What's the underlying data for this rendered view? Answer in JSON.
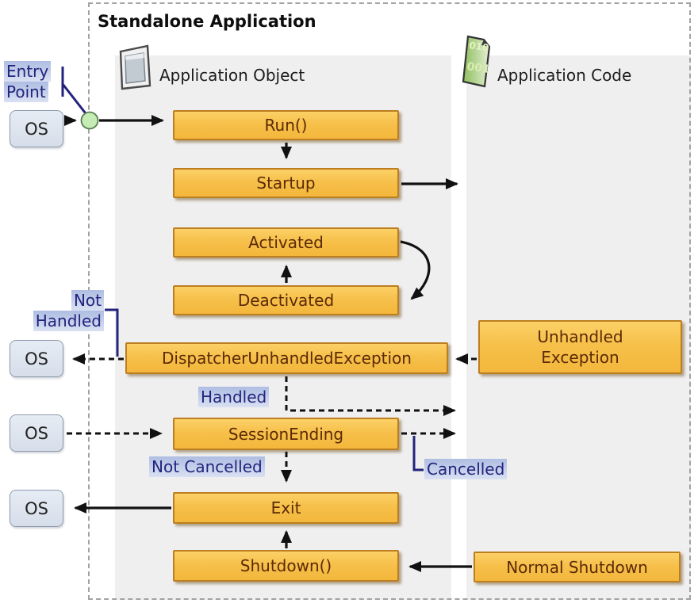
{
  "title": "Standalone Application",
  "columns": {
    "object": {
      "label": "Application Object",
      "icon": "application-window-icon"
    },
    "code": {
      "label": "Application Code",
      "icon": "code-file-icon"
    }
  },
  "os_label": "OS",
  "nodes": {
    "run": "Run()",
    "startup": "Startup",
    "activated": "Activated",
    "deactivated": "Deactivated",
    "dispatcher": "DispatcherUnhandledException",
    "session_ending": "SessionEnding",
    "exit": "Exit",
    "shutdown": "Shutdown()",
    "unhandled_line1": "Unhandled",
    "unhandled_line2": "Exception",
    "normal_shutdown": "Normal Shutdown"
  },
  "labels": {
    "entry_line1": "Entry",
    "entry_line2": "Point",
    "not_handled_line1": "Not",
    "not_handled_line2": "Handled",
    "handled": "Handled",
    "not_cancelled": "Not Cancelled",
    "cancelled": "Cancelled"
  },
  "colors": {
    "box_fill_top": "#fcd167",
    "box_fill_bottom": "#f3b73c",
    "box_border": "#bc7e20",
    "box_text": "#5b2a06",
    "os_fill": "#dde4ee",
    "os_border": "#8d9aae",
    "navy_label": "#23237d",
    "label_highlight": "#aebde2",
    "column_bg": "#efeff0",
    "dash_border": "#a3a3a3",
    "arrow": "#111111",
    "entry_circle_fill": "#c6ecb5",
    "entry_circle_border": "#577d4e"
  }
}
